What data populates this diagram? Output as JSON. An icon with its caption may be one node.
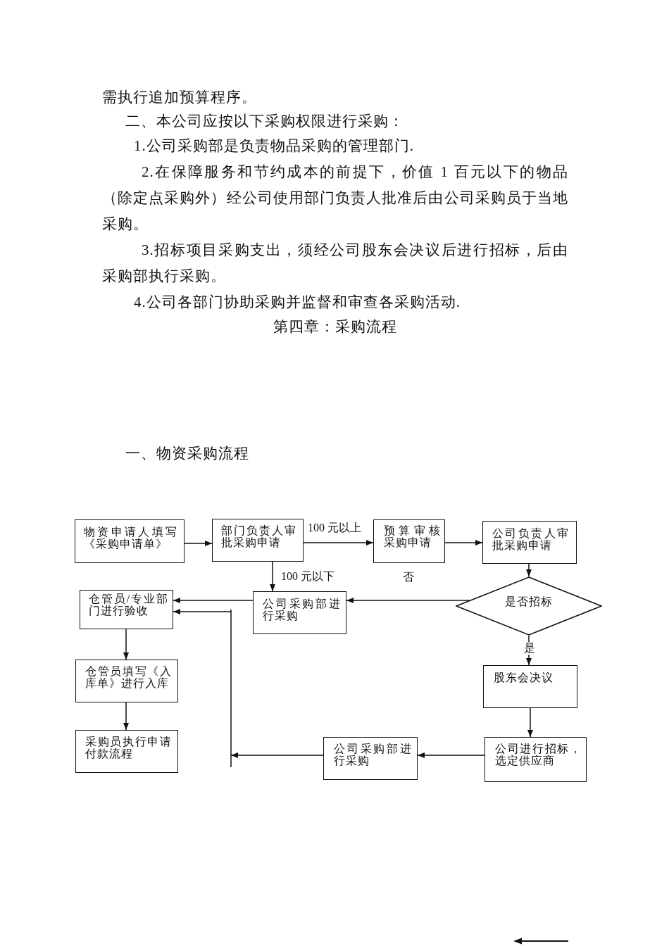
{
  "diagram": {
    "nodes": [
      {
        "text": [
          "物资申请人填写《采购申请单》"
        ]
      },
      {
        "text": [
          "部门负责人审批采购申请"
        ]
      },
      {
        "text": [
          "预算审核采购申请"
        ]
      },
      {
        "text": [
          "公司负责人审批采购申请"
        ]
      },
      {
        "text": [
          "仓管员/专业部门进行验收"
        ]
      },
      {
        "text": [
          "公司采购部进行采购"
        ]
      },
      {
        "text": [
          "是否招标"
        ]
      },
      {
        "text": [
          "仓管员填写《入库单》进行入库"
        ]
      },
      {
        "text": [
          "股东会决议"
        ]
      },
      {
        "text": [
          "采购员执行申请付款流程"
        ]
      },
      {
        "text": [
          "公司采购部进行采购"
        ]
      },
      {
        "text": [
          "公司进行招标，选定供应商"
        ]
      }
    ],
    "edges": [
      {
        "from": 0,
        "to": 1,
        "arrow": "to"
      },
      {
        "from": 1,
        "to": 2,
        "arrow": "to",
        "label": "100 元以上"
      },
      {
        "from": 1,
        "to": 5,
        "arrow": "to",
        "label": "100 元以下"
      },
      {
        "from": 2,
        "to": 3,
        "arrow": "to"
      },
      {
        "from": 3,
        "to": 6,
        "arrow": "to"
      },
      {
        "from": 6,
        "to": 5,
        "arrow": "to",
        "label": "否"
      },
      {
        "from": 5,
        "to": 4,
        "arrow": "to"
      },
      {
        "from": 6,
        "to": 8,
        "arrow": "to",
        "label": "是"
      },
      {
        "from": 8,
        "to": 11,
        "arrow": "to"
      },
      {
        "from": 11,
        "to": 10,
        "arrow": "to"
      },
      {
        "from": 10,
        "to": 4,
        "arrow": "to"
      },
      {
        "from": 4,
        "to": 7,
        "arrow": "to"
      },
      {
        "from": 7,
        "to": 9,
        "arrow": "to"
      }
    ],
    "labels": [
      "需执行追加预算程序。",
      "二、本公司应按以下采购权限进行采购：",
      "1.公司采购部是负责物品采购的管理部门.",
      "2.在保障服务和节约成本的前提下，价值 1 百元以下的物品（除定点采购外）经公司使用部门负责人批准后由公司采购员于当地采购。",
      "3.招标项目采购支出，须经公司股东会决议后进行招标，后由采购部执行采购。",
      "4.公司各部门协助采购并监督和审查各采购活动.",
      "第四章：采购流程",
      "一、物资采购流程"
    ]
  }
}
